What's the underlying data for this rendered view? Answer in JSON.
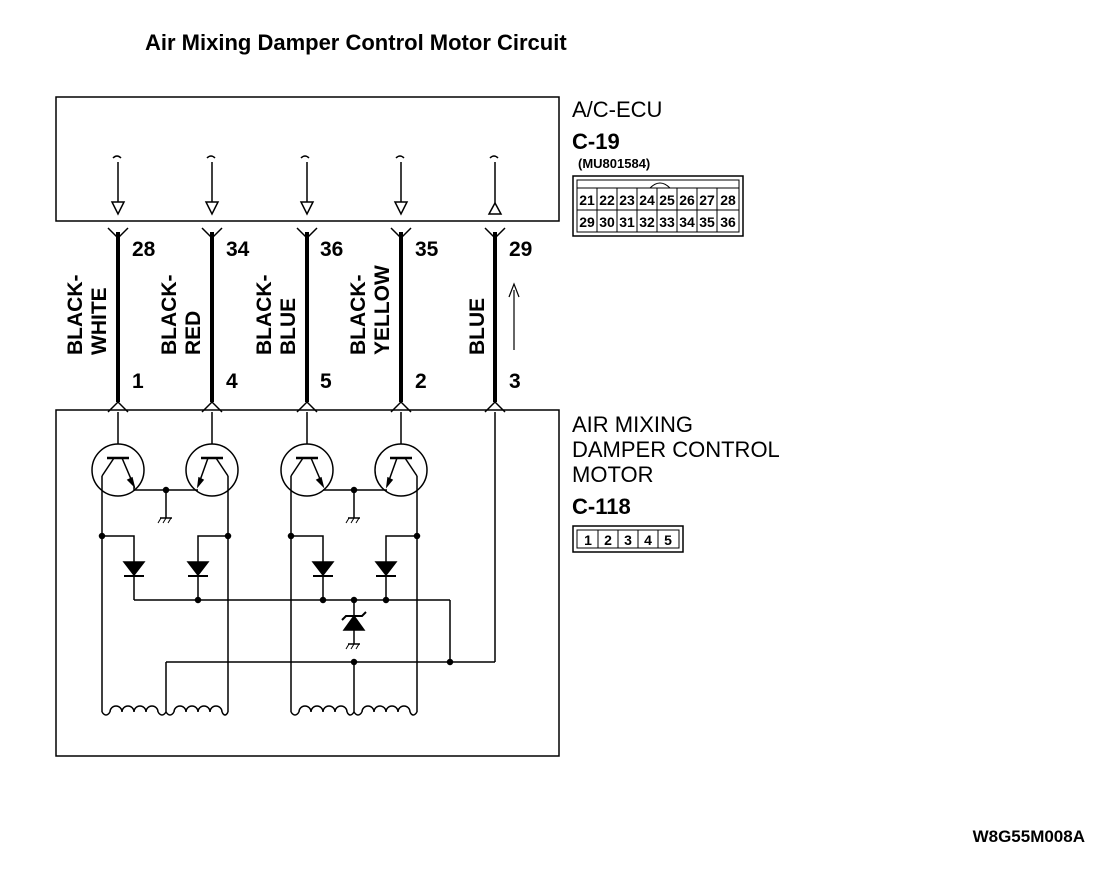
{
  "title": "Air Mixing Damper Control Motor Circuit",
  "ecu": {
    "name": "A/C-ECU",
    "connector": "C-19",
    "part_number": "(MU801584)",
    "pins_row1": [
      "21",
      "22",
      "23",
      "24",
      "25",
      "26",
      "27",
      "28"
    ],
    "pins_row2": [
      "29",
      "30",
      "31",
      "32",
      "33",
      "34",
      "35",
      "36"
    ]
  },
  "motor": {
    "name_line1": "AIR MIXING",
    "name_line2": "DAMPER CONTROL",
    "name_line3": "MOTOR",
    "connector": "C-118",
    "pins": [
      "1",
      "2",
      "3",
      "4",
      "5"
    ]
  },
  "wires": [
    {
      "ecu_pin": "28",
      "motor_pin": "1",
      "color_line1": "BLACK-",
      "color_line2": "WHITE"
    },
    {
      "ecu_pin": "34",
      "motor_pin": "4",
      "color_line1": "BLACK-",
      "color_line2": "RED"
    },
    {
      "ecu_pin": "36",
      "motor_pin": "5",
      "color_line1": "BLACK-",
      "color_line2": "BLUE"
    },
    {
      "ecu_pin": "35",
      "motor_pin": "2",
      "color_line1": "BLACK-",
      "color_line2": "YELLOW"
    },
    {
      "ecu_pin": "29",
      "motor_pin": "3",
      "color_line1": "BLUE",
      "color_line2": ""
    }
  ],
  "figure_code": "W8G55M008A"
}
